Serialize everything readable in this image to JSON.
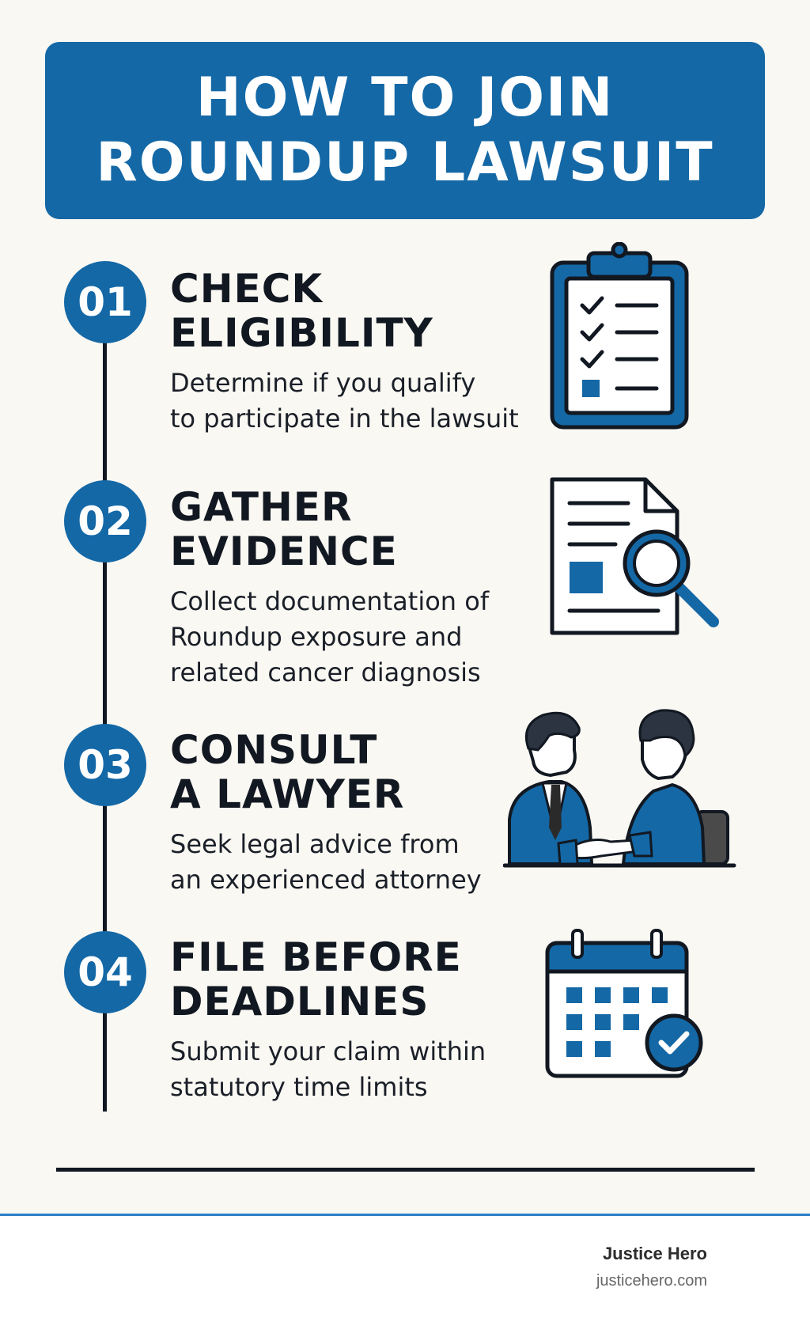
{
  "header": {
    "title": "HOW TO JOIN\nROUNDUP LAWSUIT"
  },
  "steps": [
    {
      "number": "01",
      "title": "CHECK\nELIGIBILITY",
      "description": "Determine if you qualify\nto participate in the lawsuit",
      "icon": "clipboard-checklist-icon"
    },
    {
      "number": "02",
      "title": "GATHER\nEVIDENCE",
      "description": "Collect documentation of\nRoundup exposure and\nrelated cancer diagnosis",
      "icon": "document-search-icon"
    },
    {
      "number": "03",
      "title": "CONSULT\nA LAWYER",
      "description": "Seek legal advice from\nan experienced attorney",
      "icon": "lawyer-consultation-icon"
    },
    {
      "number": "04",
      "title": "FILE BEFORE\nDEADLINES",
      "description": "Submit your claim within\nstatutory time limits",
      "icon": "calendar-check-icon"
    }
  ],
  "footer": {
    "brand": "Justice Hero",
    "url": "justicehero.com"
  },
  "colors": {
    "accent": "#1468a6",
    "ink": "#121821",
    "background": "#faf8f3"
  }
}
